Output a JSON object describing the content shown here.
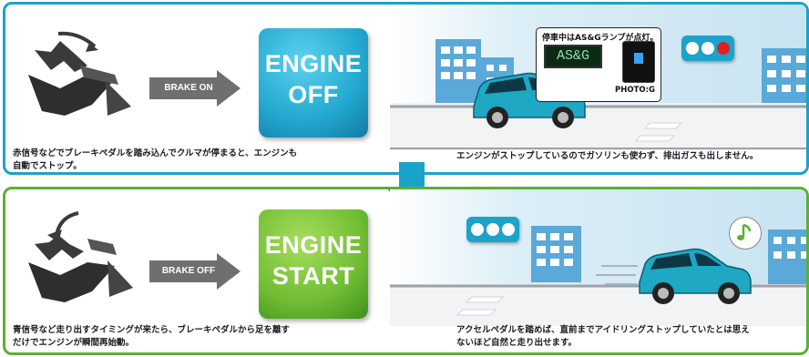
{
  "colors": {
    "off_border": "#1aa3c8",
    "start_border": "#5cb130",
    "arrow_gray": "#6f6f6f",
    "down_arrow": "#1aa3c8",
    "car": "#1ea8c4",
    "signal_box": "#1da2c9",
    "signal_red": "#e02020"
  },
  "off_panel": {
    "arrow_label": "BRAKE ON",
    "engine_line1": "ENGINE",
    "engine_line2": "OFF",
    "caption_left_line1": "赤信号などでブレーキペダルを踏み込んでクルマが停まると、エンジンも",
    "caption_left_line2": "自動でストップ。",
    "caption_right": "エンジンがストップしているのでガソリンも使わず、排出ガスも出しません。",
    "note": "停車中はAS&Gランプが点灯。",
    "display_text": "AS&G",
    "photo_label": "PHOTO:G",
    "icons": [
      "foot-pressing-pedal-icon",
      "down-arrow-icon",
      "traffic-signal-red-icon"
    ]
  },
  "start_panel": {
    "arrow_label": "BRAKE OFF",
    "engine_line1": "ENGINE",
    "engine_line2": "START",
    "caption_left_line1": "青信号など走り出すタイミングが来たら、ブレーキペダルから足を離す",
    "caption_left_line2": "だけでエンジンが瞬間再始動。",
    "caption_right_line1": "アクセルペダルを踏めば、直前までアイドリングストップしていたとは思え",
    "caption_right_line2": "ないほど自然と走り出せます。",
    "icons": [
      "foot-releasing-pedal-icon",
      "traffic-signal-green-icon",
      "music-note-icon"
    ]
  }
}
